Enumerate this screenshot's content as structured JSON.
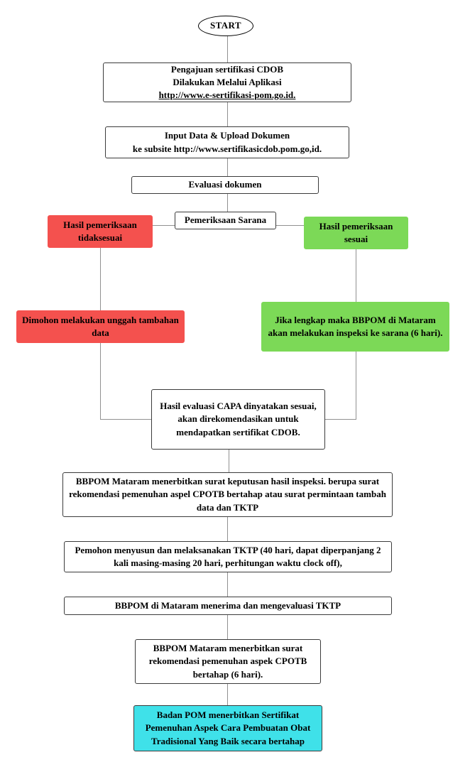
{
  "colors": {
    "red": "#f4514e",
    "green": "#7cd957",
    "cyan": "#3fe1e9"
  },
  "flowchart": {
    "start": {
      "label": "START"
    },
    "pengajuan": {
      "line1": "Pengajuan sertifikasi CDOB",
      "line2": "Dilakukan Melalui Aplikasi",
      "link": "http://www.e-sertifikasi-pom.go.id."
    },
    "input_upload": {
      "line1": "Input Data & Upload Dokumen",
      "line2": "ke subsite http://www.sertifikasicdob.pom.go,id."
    },
    "evaluasi_dokumen": {
      "label": "Evaluasi dokumen"
    },
    "pemeriksaan_sarana": {
      "label": "Pemeriksaan Sarana"
    },
    "hasil_tidak_sesuai": {
      "label": "Hasil pemeriksaan tidaksesuai"
    },
    "hasil_sesuai": {
      "label": "Hasil pemeriksaan sesuai"
    },
    "unggah_tambahan": {
      "label": "Dimohon melakukan unggah tambahan data"
    },
    "inspeksi": {
      "label": "Jika lengkap maka BBPOM di Mataram akan melakukan inspeksi ke sarana (6 hari)."
    },
    "capa": {
      "label": "Hasil evaluasi CAPA dinyatakan sesuai, akan direkomendasikan untuk mendapatkan sertifikat CDOB."
    },
    "surat_keputusan": {
      "label": "BBPOM Mataram menerbitkan surat keputusan hasil inspeksi. berupa surat rekomendasi pemenuhan aspel CPOTB bertahap atau surat permintaan tambah data dan TKTP"
    },
    "tktp_pemohon": {
      "label": "Pemohon menyusun dan melaksanakan TKTP (40 hari, dapat diperpanjang 2 kali masing-masing 20 hari, perhitungan waktu clock off),"
    },
    "tktp_evaluasi": {
      "label": "BBPOM di Mataram menerima dan mengevaluasi TKTP"
    },
    "surat_rekomendasi": {
      "label": "BBPOM Mataram menerbitkan surat rekomendasi pemenuhan aspek CPOTB bertahap (6 hari)."
    },
    "sertifikat": {
      "label": "Badan POM menerbitkan Sertifikat Pemenuhan Aspek Cara Pembuatan Obat Tradisional Yang Baik secara bertahap"
    }
  }
}
